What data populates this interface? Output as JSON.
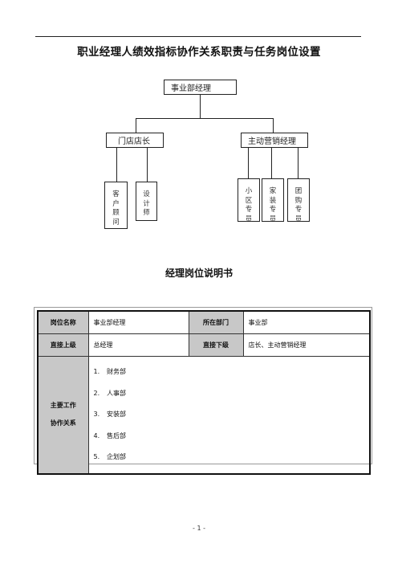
{
  "document": {
    "title": "职业经理人绩效指标协作关系职责与任务岗位设置",
    "section_title": "经理岗位说明书",
    "page_number": "- 1 -"
  },
  "org_chart": {
    "root": "事业部经理",
    "level2": [
      "门店店长",
      "主动营销经理"
    ],
    "store_children": [
      "客户顾问",
      "设计师"
    ],
    "marketing_children": [
      "小区专员",
      "家装专员",
      "团购专员"
    ]
  },
  "job_table": {
    "row1": {
      "label_a": "岗位名称",
      "value_a": "事业部经理",
      "label_b": "所在部门",
      "value_b": "事业部"
    },
    "row2": {
      "label_a": "直接上级",
      "value_a": "总经理",
      "label_b": "直接下级",
      "value_b": "店长、主动营销经理"
    },
    "duty": {
      "label_line1": "主要工作",
      "label_line2": "协作关系",
      "items": [
        {
          "num": "1.",
          "text": "财务部"
        },
        {
          "num": "2.",
          "text": "人事部"
        },
        {
          "num": "3.",
          "text": "安装部"
        },
        {
          "num": "4.",
          "text": "售后部"
        },
        {
          "num": "5.",
          "text": "企划部"
        }
      ]
    }
  }
}
